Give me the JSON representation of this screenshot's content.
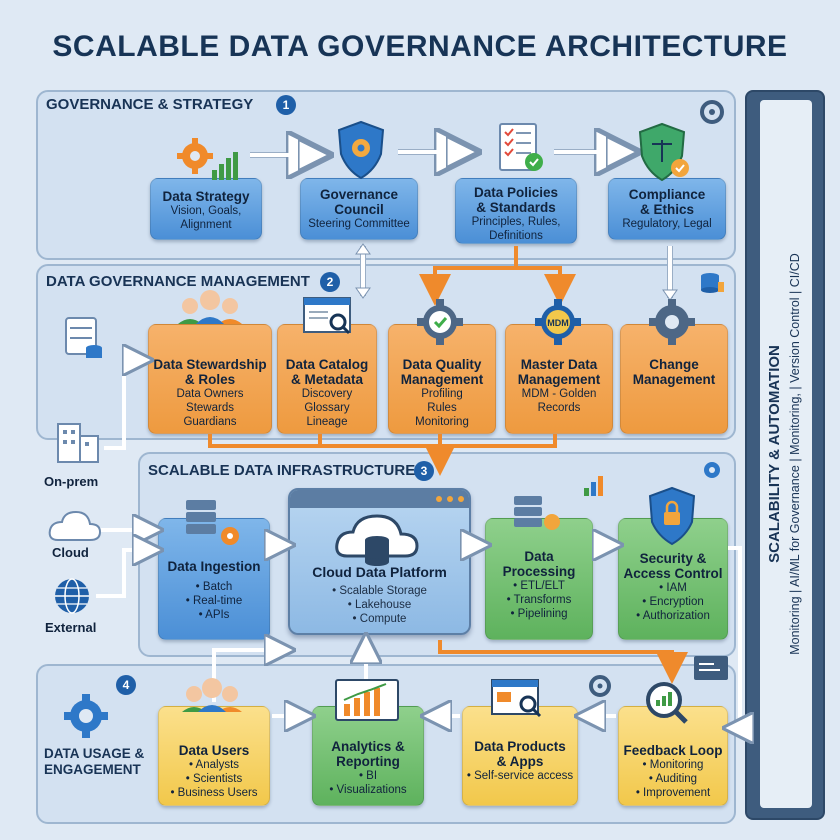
{
  "title": "SCALABLE DATA GOVERNANCE ARCHITECTURE",
  "sections": {
    "governance": {
      "label": "GOVERNANCE & STRATEGY",
      "num": "1"
    },
    "management": {
      "label": "DATA GOVERNANCE MANAGEMENT",
      "num": "2"
    },
    "infrastructure": {
      "label": "SCALABLE DATA INFRASTRUCTURE",
      "num": "3"
    },
    "usage": {
      "label_line1": "DATA USAGE &",
      "label_line2": "ENGAGEMENT",
      "num": "4"
    }
  },
  "governance_cards": [
    {
      "title": "Data Strategy",
      "sub1": "Vision, Goals,",
      "sub2": "Alignment"
    },
    {
      "title1": "Governance",
      "title2": "Council",
      "sub1": "Steering Committee"
    },
    {
      "title1": "Data Policies",
      "title2": "& Standards",
      "sub1": "Principles, Rules,",
      "sub2": "Definitions"
    },
    {
      "title1": "Compliance",
      "title2": "& Ethics",
      "sub1": "Regulatory, Legal"
    }
  ],
  "management_cards": [
    {
      "title1": "Data Stewardship",
      "title2": "& Roles",
      "sub1": "Data Owners",
      "sub2": "Stewards",
      "sub3": "Guardians"
    },
    {
      "title1": "Data Catalog",
      "title2": "& Metadata",
      "sub1": "Discovery",
      "sub2": "Glossary",
      "sub3": "Lineage"
    },
    {
      "title1": "Data Quality",
      "title2": "Management",
      "sub1": "Profiling",
      "sub2": "Rules",
      "sub3": "Monitoring"
    },
    {
      "title1": "Master Data",
      "title2": "Management",
      "sub1": "MDM - Golden",
      "sub2": "Records",
      "badge": "MDM"
    },
    {
      "title1": "Change",
      "title2": "Management"
    }
  ],
  "sources": {
    "onprem": "On-prem",
    "cloud": "Cloud",
    "external": "External"
  },
  "infra_cards": {
    "ingestion": {
      "title": "Data Ingestion",
      "sub1": "• Batch",
      "sub2": "• Real-time",
      "sub3": "• APIs"
    },
    "platform": {
      "title": "Cloud Data Platform",
      "sub1": "• Scalable Storage",
      "sub2": "• Lakehouse",
      "sub3": "• Compute"
    },
    "processing": {
      "title1": "Data",
      "title2": "Processing",
      "sub1": "• ETL/ELT",
      "sub2": "• Transforms",
      "sub3": "• Pipelining"
    },
    "security": {
      "title1": "Security &",
      "title2": "Access Control",
      "sub1": "• IAM",
      "sub2": "• Encryption",
      "sub3": "• Authorization"
    }
  },
  "usage_cards": {
    "users": {
      "title": "Data Users",
      "sub1": "• Analysts",
      "sub2": "• Scientists",
      "sub3": "• Business Users"
    },
    "analytics": {
      "title1": "Analytics &",
      "title2": "Reporting",
      "sub1": "• BI",
      "sub2": "• Visualizations"
    },
    "products": {
      "title1": "Data Products",
      "title2": "& Apps",
      "sub1": "• Self-service access"
    },
    "feedback": {
      "title": "Feedback Loop",
      "sub1": "• Monitoring",
      "sub2": "• Auditing",
      "sub3": "• Improvement"
    }
  },
  "side_panel": {
    "title": "SCALABILITY & AUTOMATION",
    "subtitle": "Monitoring | AI/ML for Governance | Monitoring, | Version Control | CI/CD"
  },
  "colors": {
    "blue": "#4b8fd6",
    "orange": "#ee9a3f",
    "green": "#5eb25d",
    "yellow": "#f2c84b",
    "accent_arrow": "#ef8a2c",
    "navy": "#173456"
  }
}
